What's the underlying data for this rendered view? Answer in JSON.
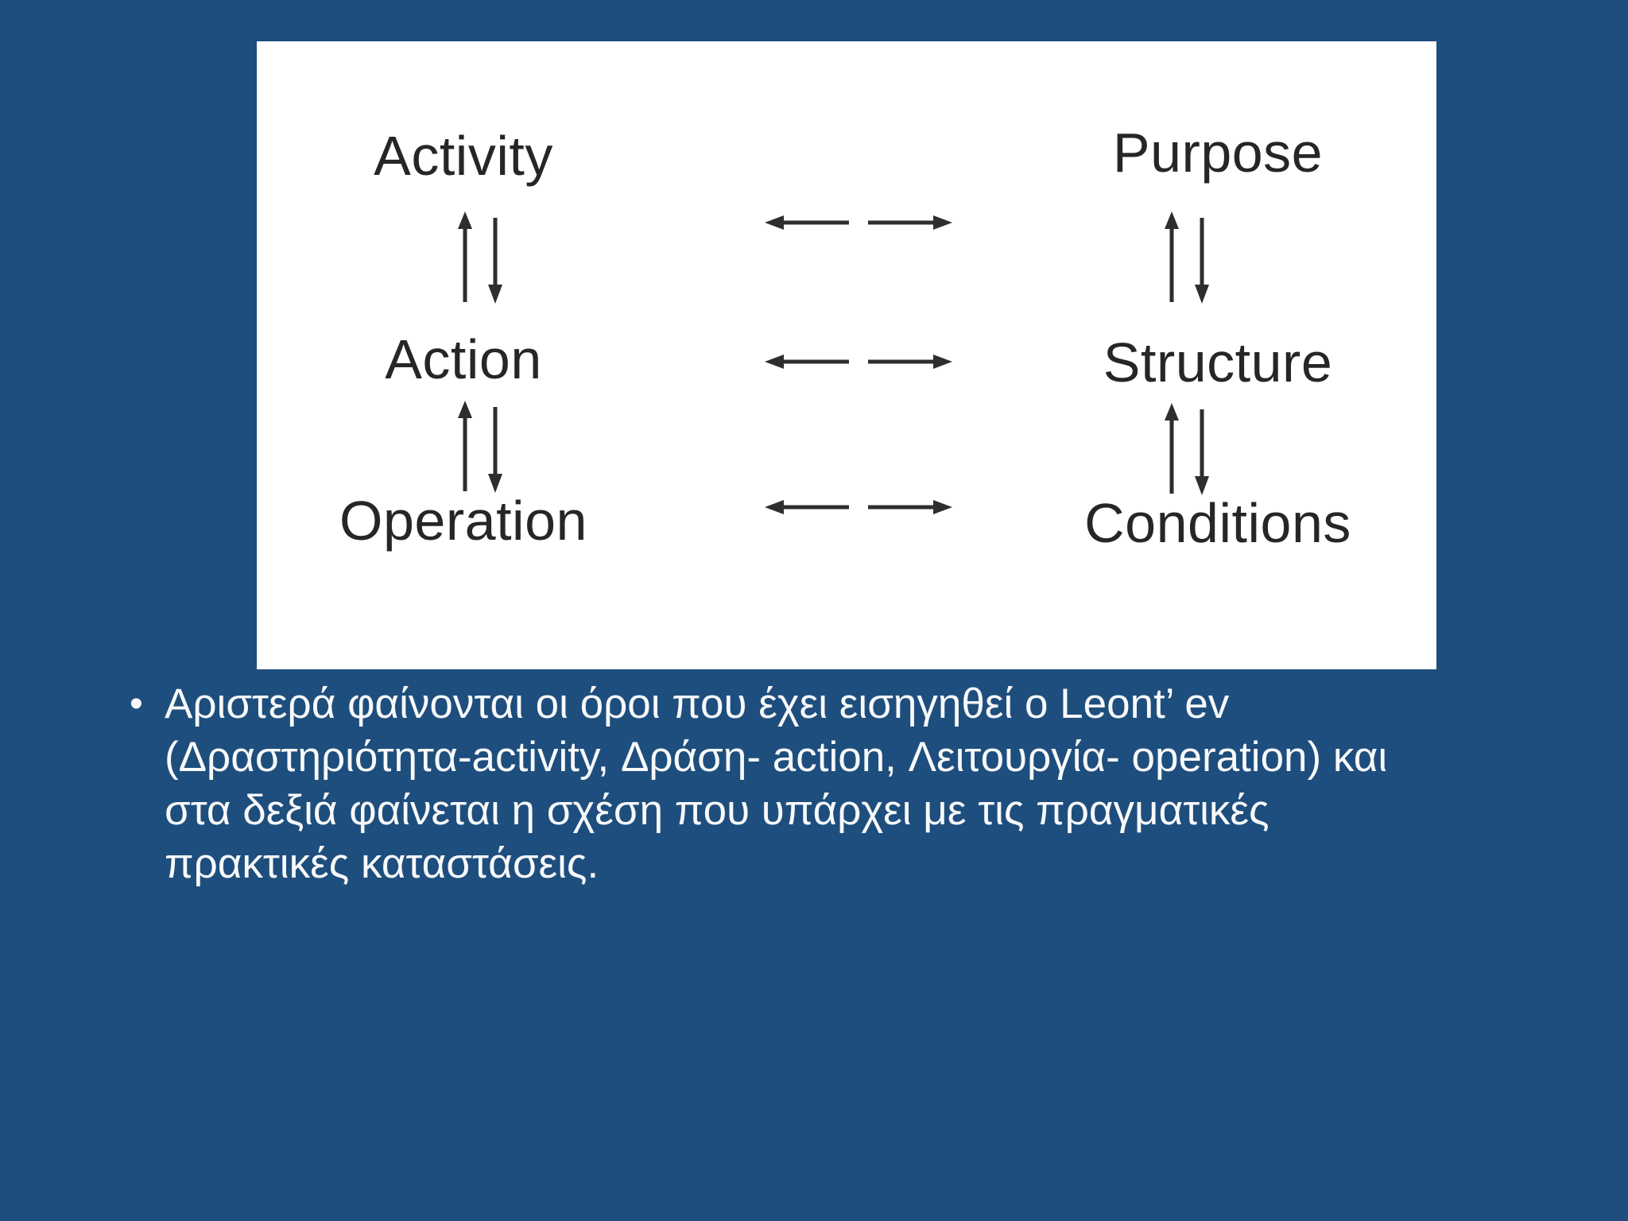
{
  "slide": {
    "background_color": "#1E4E7D",
    "text_color": "#F8F9FB"
  },
  "diagram": {
    "background_color": "#FFFFFF",
    "ink_color": "#2E2E2E",
    "left_column": [
      "Activity",
      "Action",
      "Operation"
    ],
    "right_column": [
      "Purpose",
      "Structure",
      "Conditions"
    ],
    "within_column_links": "bidirectional up/down arrow pairs between each level",
    "cross_links": "bidirectional left/right arrow pairs: Activity-Purpose, Action-Structure, Operation-Conditions"
  },
  "bullet_text": {
    "bullet_char": "•",
    "lines": [
      "Αριστερά φαίνονται οι όροι που έχει εισηγηθεί ο Leont’ ev",
      "(Δραστηριότητα-activity, Δράση- action, Λειτουργία- operation) και",
      "στα δεξιά φαίνεται η σχέση που υπάρχει με τις πραγματικές",
      "πρακτικές καταστάσεις."
    ]
  }
}
